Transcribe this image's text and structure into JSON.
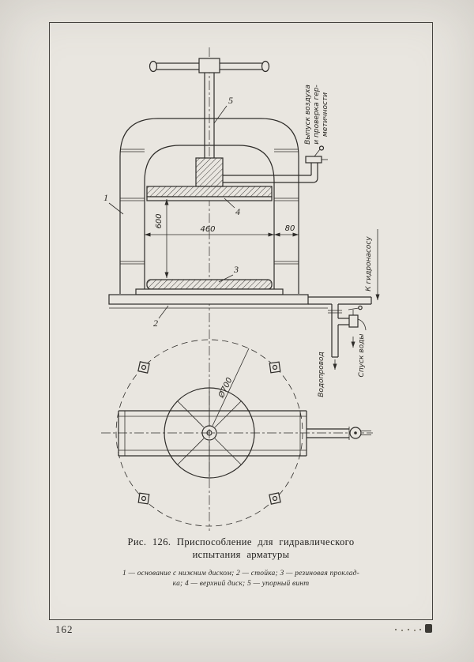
{
  "page": {
    "number": "162"
  },
  "figure": {
    "caption_line1": "Рис. 126. Приспособление для гидравлического",
    "caption_line2": "испытания арматуры",
    "legend_line1": "1 — основание с нижним диском; 2 — стойка; 3 — резиновая проклад-",
    "legend_line2": "ка; 4 — верхний диск; 5 — упорный винт"
  },
  "drawing": {
    "annotations": {
      "air_release_line1": "Выпуск воздуха",
      "air_release_line2": "и проверка гер-",
      "air_release_line3": "метичности",
      "to_hydraulic_pump": "К гидронасосу",
      "water_drain": "Спуск воды",
      "water_supply": "Водопровод"
    },
    "dimensions": {
      "inner_width": "460",
      "column_width": "80",
      "height": "600",
      "diameter": "Ø700"
    },
    "parts": {
      "p1": "1",
      "p2": "2",
      "p3": "3",
      "p4": "4",
      "p5": "5"
    }
  }
}
